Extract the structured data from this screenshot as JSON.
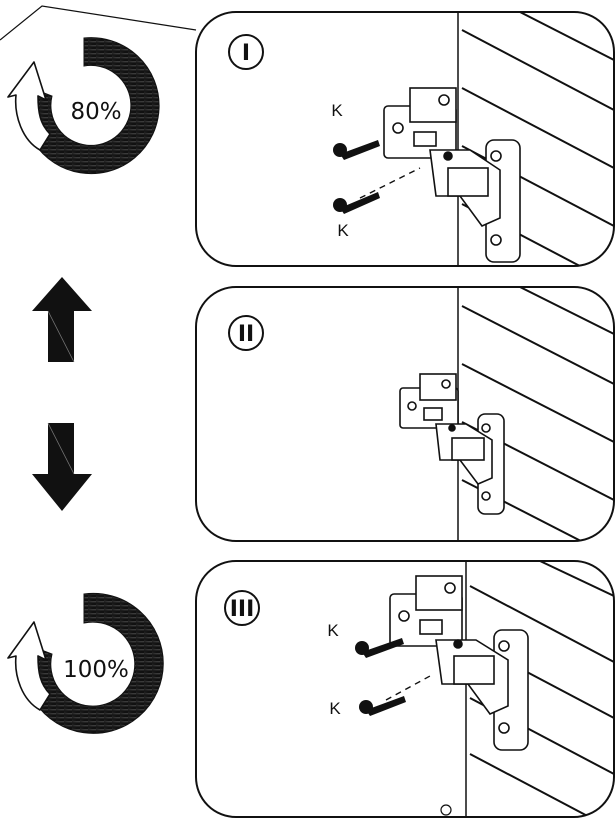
{
  "left_column": {
    "dial_top": {
      "percent_label": "80%",
      "fill_fraction": 0.8
    },
    "dial_bottom": {
      "percent_label": "100%",
      "fill_fraction": 1.0
    },
    "arrows": {
      "up": "arrow-up-icon",
      "down": "arrow-down-icon"
    }
  },
  "steps": [
    {
      "numeral": "I",
      "screw_labels": [
        "K",
        "K"
      ]
    },
    {
      "numeral": "II",
      "screw_labels": []
    },
    {
      "numeral": "III",
      "screw_labels": [
        "K",
        "K"
      ]
    }
  ],
  "colors": {
    "ink": "#111111",
    "paper": "#ffffff"
  }
}
